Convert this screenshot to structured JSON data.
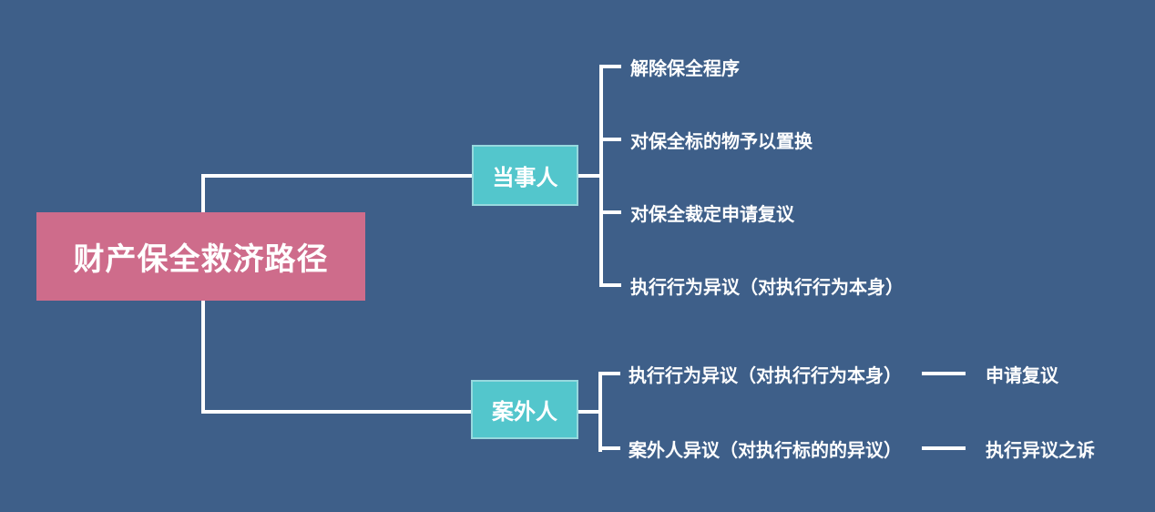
{
  "diagram_type": "mindmap",
  "root": {
    "label": "财产保全救济路径"
  },
  "branches": [
    {
      "label": "当事人",
      "children": [
        {
          "label": "解除保全程序"
        },
        {
          "label": "对保全标的物予以置换"
        },
        {
          "label": "对保全裁定申请复议"
        },
        {
          "label": "执行行为异议（对执行行为本身）"
        }
      ]
    },
    {
      "label": "案外人",
      "children": [
        {
          "label": "执行行为异议（对执行行为本身）",
          "leaf": "申请复议"
        },
        {
          "label": "案外人异议（对执行标的的异议）",
          "leaf": "执行异议之诉"
        }
      ]
    }
  ],
  "colors": {
    "background": "#3E5F89",
    "root_node": "#CE6C8B",
    "branch_node": "#53C6CC",
    "connector": "#FFFFFF",
    "text": "#FFFFFF"
  }
}
